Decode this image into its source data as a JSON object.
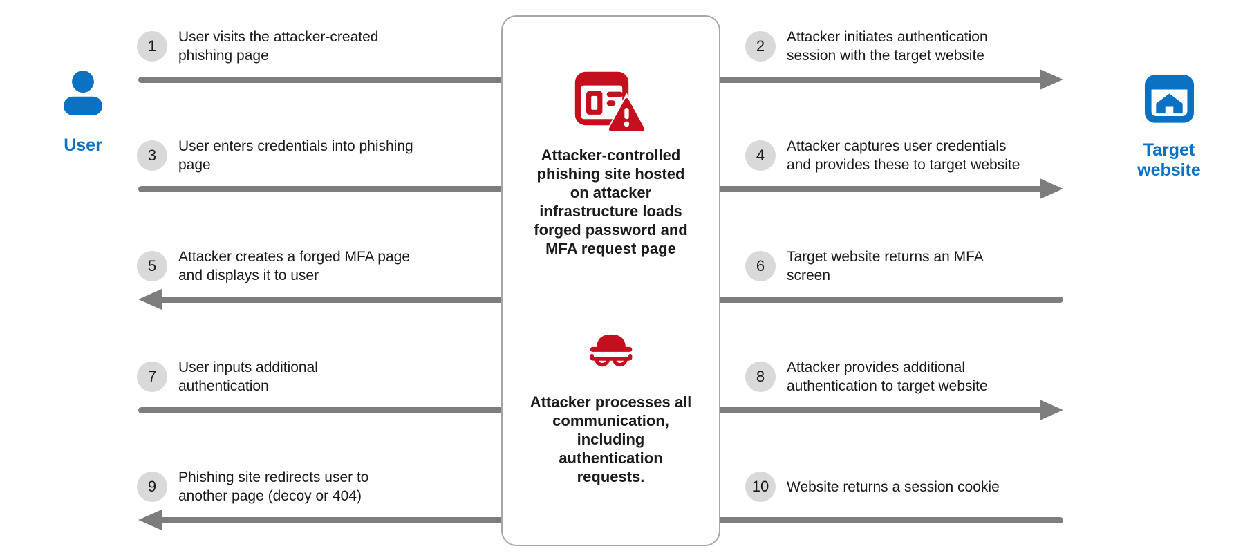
{
  "title": "AiTM phishing attack flow diagram",
  "colors": {
    "blue": "#0B72C3",
    "red": "#C50F1F",
    "arrow": "#7D7D7D",
    "circle_bg": "#D9D9D9",
    "box_border": "#A7A7A7",
    "text": "#1B1B1B"
  },
  "entities": {
    "user": {
      "icon": "user-person-icon",
      "label": "User"
    },
    "target": {
      "icon": "target-website-icon",
      "label_lines": [
        "Target",
        "website"
      ]
    }
  },
  "center_box": {
    "phishing": {
      "icon": "phishing-site-warning-icon",
      "text_lines": [
        "Attacker-controlled",
        "phishing site hosted",
        "on attacker",
        "infrastructure loads",
        "forged password and",
        "MFA request page"
      ]
    },
    "attacker": {
      "icon": "attacker-spy-icon",
      "text_lines": [
        "Attacker processes all",
        "communication,",
        "including",
        "authentication",
        "requests."
      ]
    }
  },
  "steps": [
    {
      "num": "1",
      "side": "left",
      "lines": [
        "User visits the attacker-created",
        "phishing page"
      ]
    },
    {
      "num": "2",
      "side": "right",
      "lines": [
        "Attacker initiates authentication",
        "session with the target website"
      ]
    },
    {
      "num": "3",
      "side": "left",
      "lines": [
        "User enters credentials into phishing",
        "page"
      ]
    },
    {
      "num": "4",
      "side": "right",
      "lines": [
        "Attacker captures user credentials",
        "and provides these to target website"
      ]
    },
    {
      "num": "5",
      "side": "left",
      "lines": [
        "Attacker creates a forged MFA page",
        "and displays it to user"
      ]
    },
    {
      "num": "6",
      "side": "right",
      "lines": [
        "Target website returns an MFA",
        "screen"
      ]
    },
    {
      "num": "7",
      "side": "left",
      "lines": [
        "User inputs additional",
        "authentication"
      ]
    },
    {
      "num": "8",
      "side": "right",
      "lines": [
        "Attacker provides additional",
        "authentication to target website"
      ]
    },
    {
      "num": "9",
      "side": "left",
      "lines": [
        "Phishing site redirects user to",
        "another page (decoy or 404)"
      ]
    },
    {
      "num": "10",
      "side": "right",
      "lines": [
        "Website returns a session cookie"
      ]
    }
  ],
  "arrows": [
    {
      "row": 1,
      "direction": "right",
      "from": "User",
      "to": "Target website"
    },
    {
      "row": 2,
      "direction": "right",
      "from": "User",
      "to": "Target website"
    },
    {
      "row": 3,
      "direction": "left",
      "from": "Target website",
      "to": "User"
    },
    {
      "row": 4,
      "direction": "right",
      "from": "User",
      "to": "Target website"
    },
    {
      "row": 5,
      "direction": "left",
      "from": "Target website",
      "to": "User"
    }
  ]
}
